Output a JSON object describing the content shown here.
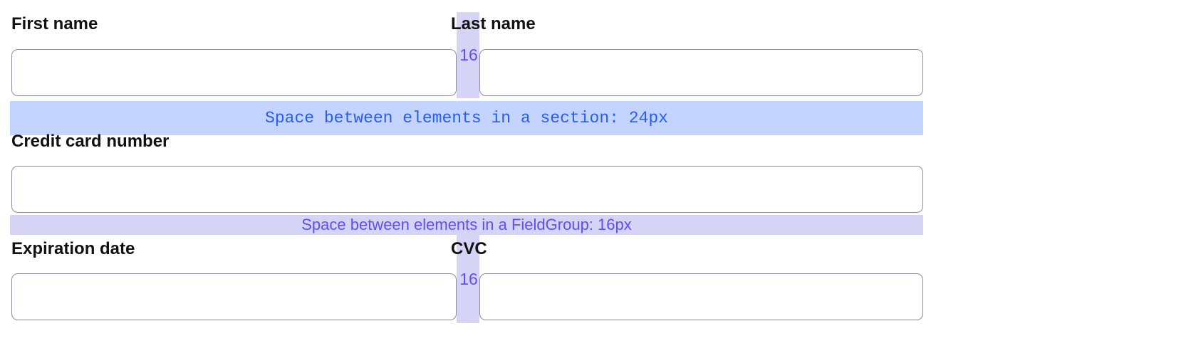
{
  "form": {
    "rows": [
      {
        "name": "name-row",
        "gap_label": "16",
        "fields": [
          {
            "key": "first-name",
            "label": "First name",
            "value": "",
            "placeholder": ""
          },
          {
            "key": "last-name",
            "label": "Last name",
            "value": "",
            "placeholder": ""
          }
        ]
      },
      {
        "name": "credit-card-row",
        "gap_label": "",
        "fields": [
          {
            "key": "credit-card-number",
            "label": "Credit card number",
            "value": "",
            "placeholder": ""
          }
        ]
      },
      {
        "name": "expiry-cvc-row",
        "gap_label": "16",
        "fields": [
          {
            "key": "expiration-date",
            "label": "Expiration date",
            "value": "",
            "placeholder": ""
          },
          {
            "key": "cvc",
            "label": "CVC",
            "value": "",
            "placeholder": ""
          }
        ]
      }
    ]
  },
  "annotations": {
    "section_spacing": {
      "text": "Space between elements in a section: 24px",
      "band_color": "#c3d4fe",
      "text_color": "#2a5cef"
    },
    "fieldgroup_spacing": {
      "text": "Space between elements in a FieldGroup: 16px",
      "band_color": "#d5d4f7",
      "text_color": "#5d4ff5"
    },
    "column_gap_top": {
      "label": "16",
      "band_color": "#d5d4f7",
      "text_color": "#5d4ff5"
    },
    "column_gap_bottom": {
      "label": "16",
      "band_color": "#d5d4f7",
      "text_color": "#5d4ff5"
    }
  },
  "theme": {
    "background": "#ffffff",
    "label_color": "#111111",
    "input_border": "#8a8f9c",
    "input_background": "#ffffff"
  }
}
